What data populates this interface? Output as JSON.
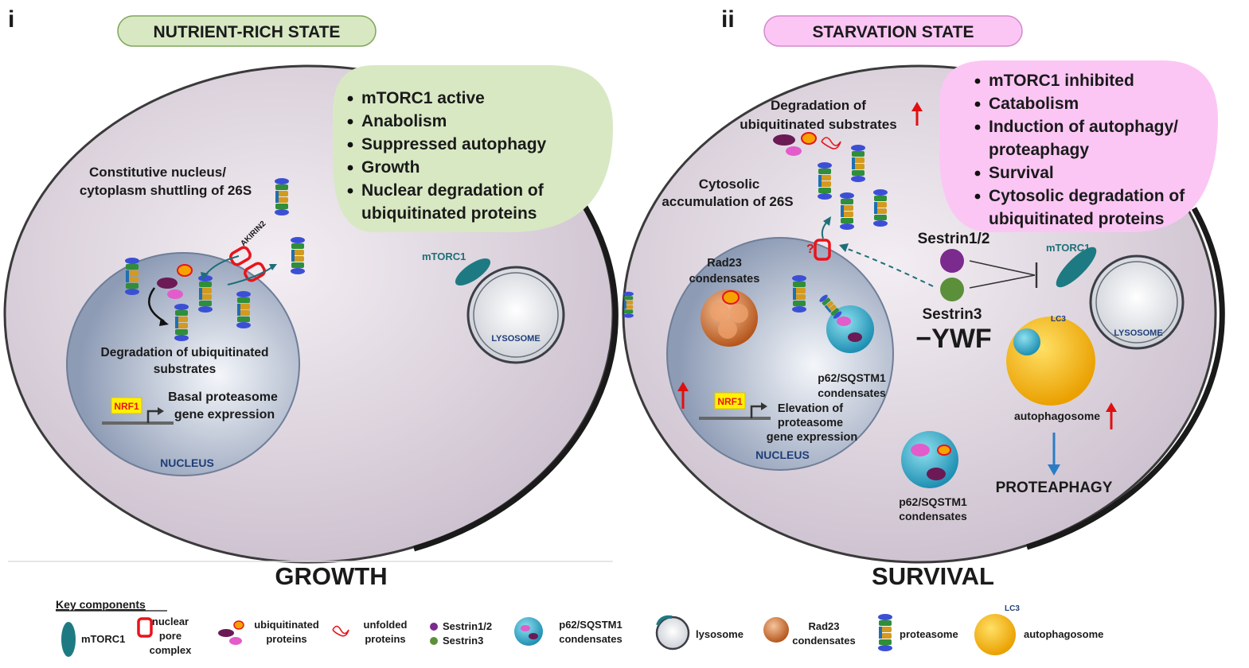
{
  "panels": [
    {
      "label": "i",
      "state_title": "NUTRIENT-RICH STATE",
      "state_color": "#d8e8c3",
      "bullets": [
        "mTORC1 active",
        "Anabolism",
        "Suppressed autophagy",
        "Growth",
        "Nuclear degradation of",
        "ubiquitinated proteins"
      ],
      "shuttling_label": [
        "Constitutive nucleus/",
        "cytoplasm shuttling of 26S"
      ],
      "akirin_label": "AKIRIN2",
      "mtorc1_label": "mTORC1",
      "lysosome_label": "LYSOSOME",
      "degradation_label": [
        "Degradation of ubiquitinated",
        "substrates"
      ],
      "nrf1_label": "NRF1",
      "expression_label": [
        "Basal proteasome",
        "gene expression"
      ],
      "nucleus_label": "NUCLEUS",
      "bottom_label": "GROWTH"
    },
    {
      "label": "ii",
      "state_title": "STARVATION STATE",
      "state_color": "#fbc6f4",
      "bullets": [
        "mTORC1 inhibited",
        "Catabolism",
        "Induction of autophagy/",
        "proteaphagy",
        "Survival",
        "Cytosolic degradation of",
        "ubiquitinated proteins"
      ],
      "degradation_label": [
        "Degradation of",
        "ubiquitinated substrates"
      ],
      "cytosolic_label": [
        "Cytosolic",
        "accumulation of 26S"
      ],
      "question_mark": "?",
      "rad23_label": [
        "Rad23",
        "condensates"
      ],
      "p62_nucleus_label": [
        "p62/SQSTM1",
        "condensates"
      ],
      "p62_cyto_label": [
        "p62/SQSTM1",
        "condensates"
      ],
      "sestrin12_label": "Sestrin1/2",
      "sestrin3_label": "Sestrin3",
      "ywf_label": "−YWF",
      "mtorc1_label": "mTORC1",
      "lysosome_label": "LYSOSOME",
      "lc3_label": "LC3",
      "autophagosome_label": "autophagosome",
      "nrf1_label": "NRF1",
      "expression_label": [
        "Elevation of",
        "proteasome",
        "gene expression"
      ],
      "nucleus_label": "NUCLEUS",
      "proteaphagy_label": "PROTEAPHAGY",
      "bottom_label": "SURVIVAL"
    }
  ],
  "key": {
    "title": "Key components",
    "items": [
      "mTORC1",
      "nuclear pore complex",
      "ubiquitinated proteins",
      "unfolded proteins",
      "Sestrin1/2",
      "Sestrin3",
      "p62/SQSTM1 condensates",
      "lysosome",
      "Rad23 condensates",
      "proteasome",
      "autophagosome"
    ],
    "npc_lines": [
      "nuclear",
      "pore",
      "complex"
    ],
    "ub_lines": [
      "ubiquitinated",
      "proteins"
    ],
    "unfolded_lines": [
      "unfolded",
      "proteins"
    ],
    "p62_lines": [
      "p62/SQSTM1",
      "condensates"
    ],
    "rad23_lines": [
      "Rad23",
      "condensates"
    ],
    "lc3_label": "LC3"
  },
  "colors": {
    "cell_fill": "#dcd3dd",
    "nucleus_fill": "#b8c3d5",
    "mtorc1": "#1e7a82",
    "pore": "#e8141c",
    "sestrin12": "#7b2a8e",
    "sestrin3": "#5c8f3a",
    "autophagosome": "#f5b400",
    "rad23": "#d9763a",
    "arrow_up": "#e01010",
    "text_blue": "#1f3e78"
  },
  "icons": [
    "proteasome-icon",
    "nuclear-pore-icon",
    "ubiquitinated-protein-icon",
    "unfolded-protein-icon",
    "mtorc1-icon",
    "lysosome-icon",
    "p62-condensate-icon",
    "rad23-condensate-icon",
    "autophagosome-icon",
    "up-arrow-icon",
    "inhibition-icon"
  ]
}
